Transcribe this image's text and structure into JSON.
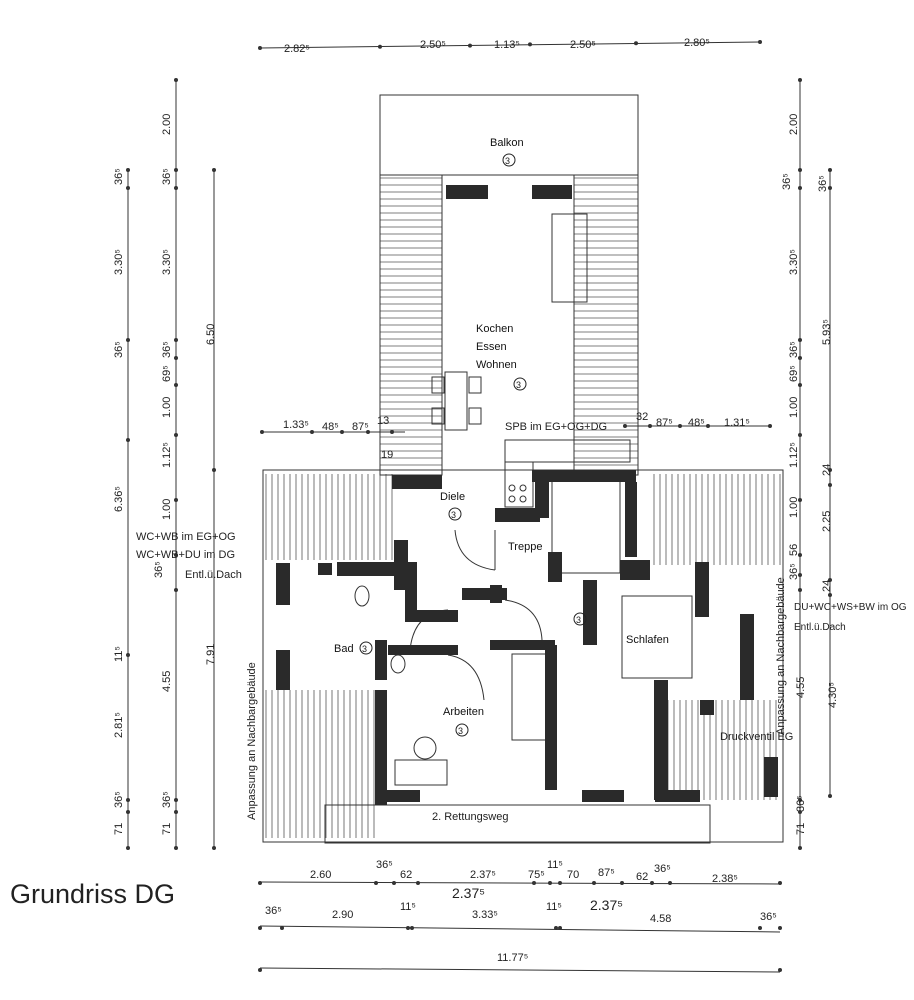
{
  "title": "Grundriss DG",
  "rooms": {
    "balkon": "Balkon",
    "kochen": "Kochen",
    "essen": "Essen",
    "wohnen": "Wohnen",
    "diele": "Diele",
    "treppe": "Treppe",
    "bad": "Bad",
    "schlafen": "Schlafen",
    "arbeiten": "Arbeiten",
    "room_number": "3"
  },
  "notes": {
    "spb": "SPB im EG+OG+DG",
    "wc1": "WC+WB im EG+OG",
    "wc2": "WC+WB+DU im DG",
    "entl_left": "Entl.ü.Dach",
    "du": "DU+WC+WS+BW im OG",
    "entl_right": "Entl.ü.Dach",
    "druckventil": "Druckventil EG",
    "rettungsweg": "2. Rettungsweg",
    "anpassung_left": "Anpassung an Nachbargebäude",
    "anpassung_right": "Anpassung an Nachbargebäude"
  },
  "dims": {
    "top": [
      "2.82⁵",
      "2.50⁵",
      "1.13⁵",
      "2.50⁵",
      "2.80⁵"
    ],
    "left_outer": [
      "36⁵",
      "3.30⁵",
      "36⁵",
      "6.36⁵",
      "11⁵",
      "2.81⁵",
      "36⁵",
      "71"
    ],
    "left_inner": [
      "2.00",
      "36⁵",
      "3.30⁵",
      "36⁵",
      "69⁵",
      "1.00",
      "1.12⁵",
      "1.00",
      "36⁵",
      "4.55",
      "36⁵",
      "71"
    ],
    "left_long": [
      "6.50",
      "7.91"
    ],
    "right_a": [
      "2.00",
      "36⁵",
      "3.30⁵",
      "36⁵",
      "69⁵",
      "1.00",
      "1.12⁵",
      "1.00",
      "56",
      "36⁵",
      "4.55",
      "36⁵",
      "71"
    ],
    "right_b": [
      "36⁵",
      "5.93⁵",
      "24",
      "2.25",
      "24",
      "4.30⁵"
    ],
    "mid_left": [
      "1.33⁵",
      "48⁵",
      "87⁵",
      "13",
      "19"
    ],
    "mid_right": [
      "32",
      "87⁵",
      "48⁵",
      "1.31⁵"
    ],
    "bottom1": [
      "2.60",
      "36⁵",
      "62",
      "2.37⁵",
      "75⁵",
      "11⁵",
      "70",
      "87⁵",
      "62",
      "36⁵",
      "2.38⁵"
    ],
    "bottom1b": [
      "2.37⁵",
      "2.37⁵"
    ],
    "bottom2": [
      "36⁵",
      "2.90",
      "11⁵",
      "3.33⁵",
      "11⁵",
      "4.58",
      "36⁵"
    ],
    "total": "11.77⁵"
  }
}
